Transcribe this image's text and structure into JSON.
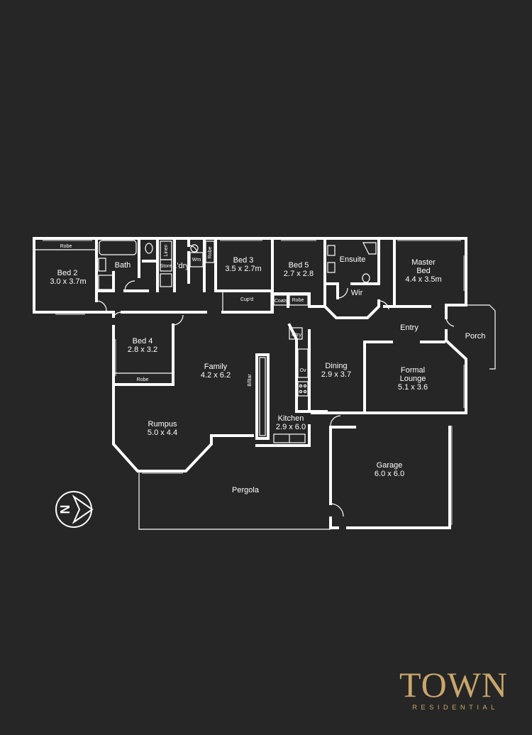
{
  "brand": {
    "name": "TOWN",
    "tagline": "RESIDENTIAL"
  },
  "rooms": {
    "bed2": {
      "name": "Bed 2",
      "size": "3.0 x 3.7m"
    },
    "bath": {
      "name": "Bath"
    },
    "laundry": {
      "name": "L'dry"
    },
    "bed3": {
      "name": "Bed 3",
      "size": "3.5 x 2.7m"
    },
    "bed5": {
      "name": "Bed 5",
      "size": "2.7 x 2.8"
    },
    "ensuite": {
      "name": "Ensuite"
    },
    "master": {
      "name": "Master",
      "name2": "Bed",
      "size": "4.4 x 3.5m"
    },
    "wir": {
      "name": "Wir"
    },
    "bed4": {
      "name": "Bed 4",
      "size": "2.8 x 3.2"
    },
    "family": {
      "name": "Family",
      "size": "4.2 x 6.2"
    },
    "dining": {
      "name": "Dining",
      "size": "2.9 x 3.7"
    },
    "entry": {
      "name": "Entry"
    },
    "porch": {
      "name": "Porch"
    },
    "formal": {
      "name": "Formal",
      "name2": "Lounge",
      "size": "5.1 x 3.6"
    },
    "rumpus": {
      "name": "Rumpus",
      "size": "5.0 x 4.4"
    },
    "kitchen": {
      "name": "Kitchen",
      "size": "2.9 x 6.0"
    },
    "garage": {
      "name": "Garage",
      "size": "6.0 x 6.0"
    },
    "pergola": {
      "name": "Pergola"
    }
  },
  "fixtures": {
    "robe_bed2": "Robe",
    "robe_bed4": "Robe",
    "robe_hall": "Robe",
    "robe_bed5": "Robe",
    "linen": "Linen",
    "store": "Store",
    "wm": "Wm",
    "cupboard": "Cup'd",
    "coats": "Coats",
    "pantry": "P'try",
    "oven": "Ov",
    "brekky_bar": "B/Bar"
  },
  "compass": {
    "letter": "N"
  }
}
